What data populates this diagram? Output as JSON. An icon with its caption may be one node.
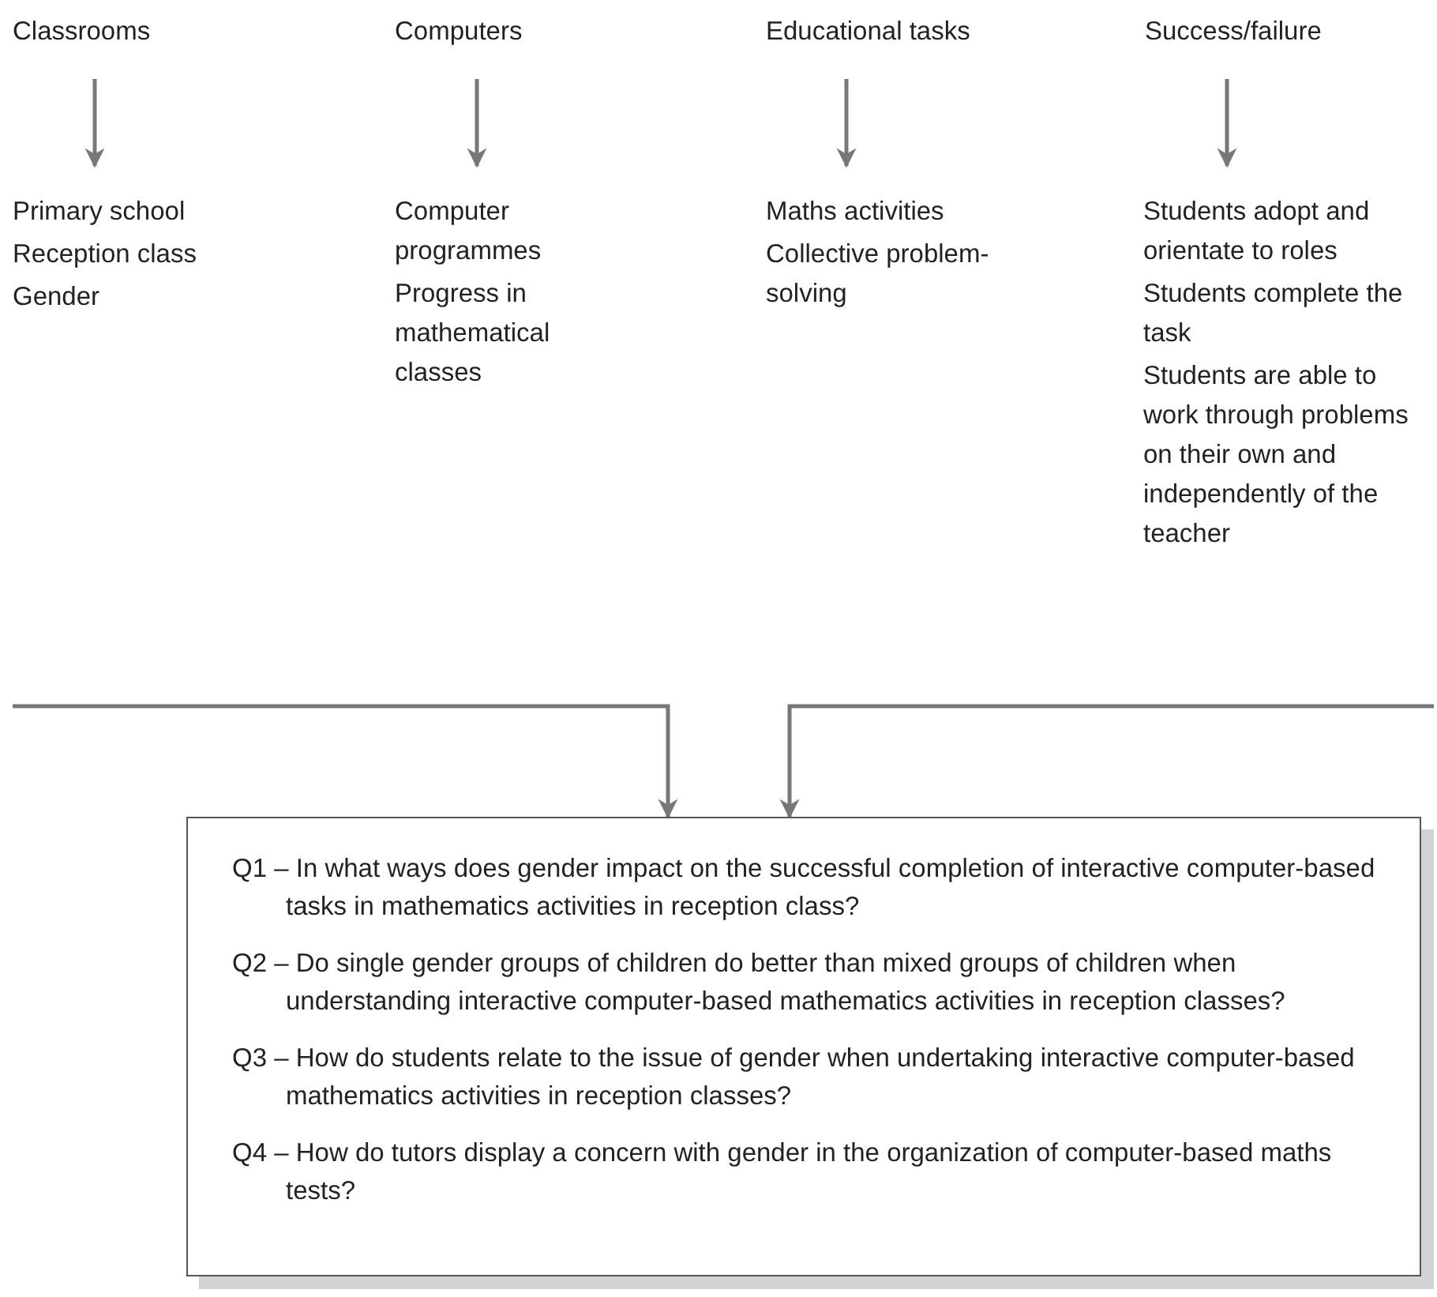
{
  "diagram": {
    "nodes": [
      {
        "text": [
          "Classrooms"
        ]
      },
      {
        "text": [
          "Computers"
        ]
      },
      {
        "text": [
          "Educational tasks"
        ]
      },
      {
        "text": [
          "Success/failure"
        ]
      },
      {
        "text": [
          "Primary school",
          "Reception class",
          "Gender"
        ]
      },
      {
        "text": [
          "Computer programmes",
          "Progress in mathematical classes"
        ]
      },
      {
        "text": [
          "Maths activities",
          "Collective problem-solving"
        ]
      },
      {
        "text": [
          "Students adopt and orientate to roles",
          "Students complete the task",
          "Students are able to work through problems on their own and independently of the teacher"
        ]
      },
      {
        "text": [
          "Q1 – In what ways does gender impact on the successful completion of interactive computer-based tasks in mathematics activities in reception class?",
          "Q2 – Do single gender groups of children do better than mixed groups of children when understanding interactive computer-based mathematics activities in reception classes?",
          "Q3 – How do students relate to the issue of gender when undertaking interactive computer-based mathematics activities in reception classes?",
          "Q4 – How do tutors display a concern with gender in the organization of computer-based maths tests?"
        ]
      }
    ],
    "edges": [
      {
        "from": 0,
        "to": 4,
        "arrow": "to"
      },
      {
        "from": 1,
        "to": 5,
        "arrow": "to"
      },
      {
        "from": 2,
        "to": 6,
        "arrow": "to"
      },
      {
        "from": 3,
        "to": 7,
        "arrow": "to"
      },
      {
        "from": null,
        "to": 8,
        "arrow": "to"
      },
      {
        "from": null,
        "to": 8,
        "arrow": "to"
      }
    ]
  }
}
